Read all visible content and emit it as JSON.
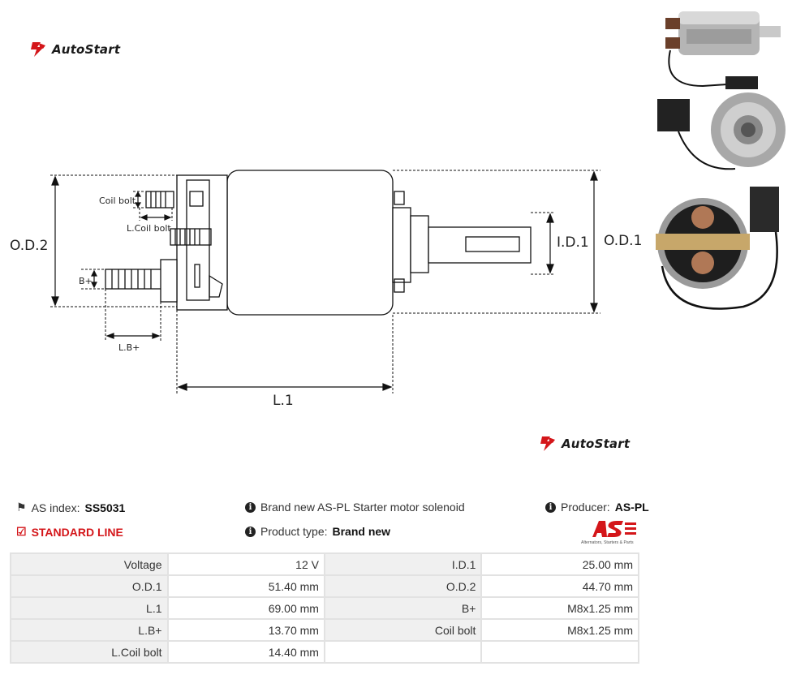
{
  "brand": {
    "name": "AutoStart",
    "accent": "#d4161a"
  },
  "drawing_labels": {
    "coil_bolt": "Coil bolt",
    "l_coil_bolt": "L.Coil bolt",
    "bplus": "B+",
    "lbplus": "L.B+",
    "od2": "O.D.2",
    "od1": "O.D.1",
    "id1": "I.D.1",
    "l1": "L.1"
  },
  "info": {
    "as_index_label": "AS index:",
    "as_index_value": "SS5031",
    "line_label": "STANDARD LINE",
    "description": "Brand new AS-PL Starter motor solenoid",
    "product_type_label": "Product type:",
    "product_type_value": "Brand new",
    "producer_label": "Producer:",
    "producer_value": "AS-PL",
    "producer_tagline": "Alternators, Starters & Parts"
  },
  "specs": [
    {
      "k1": "Voltage",
      "v1": "12 V",
      "k2": "I.D.1",
      "v2": "25.00 mm"
    },
    {
      "k1": "O.D.1",
      "v1": "51.40 mm",
      "k2": "O.D.2",
      "v2": "44.70 mm"
    },
    {
      "k1": "L.1",
      "v1": "69.00 mm",
      "k2": "B+",
      "v2": "M8x1.25 mm"
    },
    {
      "k1": "L.B+",
      "v1": "13.70 mm",
      "k2": "Coil bolt",
      "v2": "M8x1.25 mm"
    },
    {
      "k1": "L.Coil bolt",
      "v1": "14.40 mm",
      "k2": "",
      "v2": ""
    }
  ]
}
